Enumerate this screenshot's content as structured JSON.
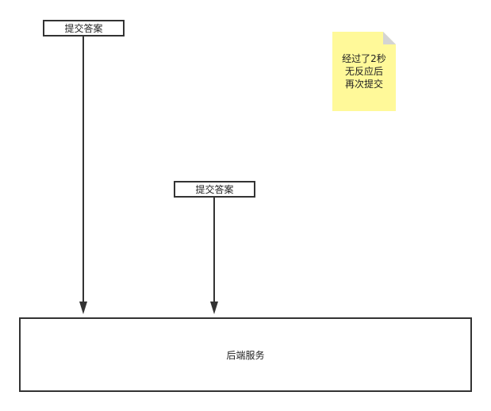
{
  "diagram": {
    "nodes": {
      "submit_first": {
        "label": "提交答案"
      },
      "submit_second": {
        "label": "提交答案"
      },
      "backend": {
        "label": "后端服务"
      }
    },
    "note": {
      "lines": [
        "经过了2秒",
        "无反应后",
        "再次提交"
      ]
    },
    "edges": [
      {
        "from": "submit_first",
        "to": "backend"
      },
      {
        "from": "submit_second",
        "to": "backend"
      }
    ],
    "colors": {
      "stroke": "#333333",
      "note_fill": "#FFF999",
      "note_fold": "#D4D4D4",
      "background": "#FFFFFF"
    }
  }
}
